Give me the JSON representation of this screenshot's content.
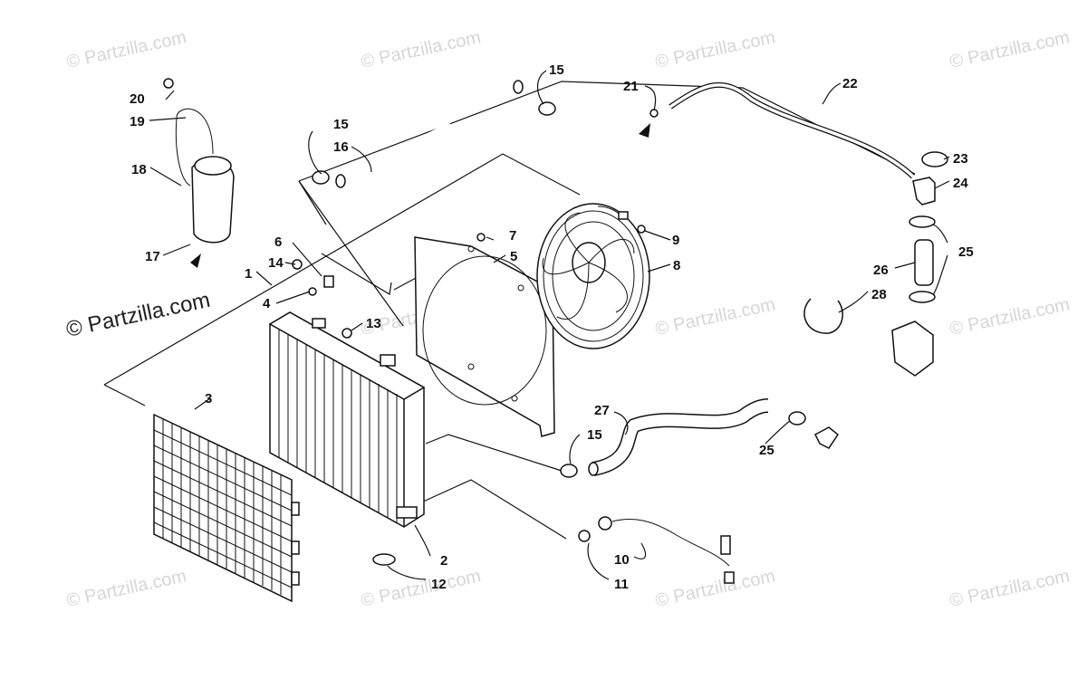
{
  "watermark": {
    "main": "© Partzilla.com",
    "faint": "© Partzilla.com"
  },
  "colors": {
    "line": "#111111",
    "watermark_faint": "#d6d6d6",
    "background": "#ffffff"
  },
  "callouts": [
    "1",
    "2",
    "3",
    "4",
    "5",
    "6",
    "7",
    "8",
    "9",
    "10",
    "11",
    "12",
    "13",
    "14",
    "15",
    "16",
    "17",
    "18",
    "19",
    "20",
    "21",
    "22",
    "23",
    "24",
    "25",
    "26",
    "27",
    "28"
  ],
  "labels": {
    "n1": "1",
    "n2": "2",
    "n3": "3",
    "n4": "4",
    "n5": "5",
    "n6": "6",
    "n7": "7",
    "n8": "8",
    "n9": "9",
    "n10": "10",
    "n11": "11",
    "n12": "12",
    "n13": "13",
    "n14": "14",
    "n15": "15",
    "n16": "16",
    "n17": "17",
    "n18": "18",
    "n19": "19",
    "n20": "20",
    "n21": "21",
    "n22": "22",
    "n23": "23",
    "n24": "24",
    "n25": "25",
    "n26": "26",
    "n27": "27",
    "n28": "28"
  }
}
